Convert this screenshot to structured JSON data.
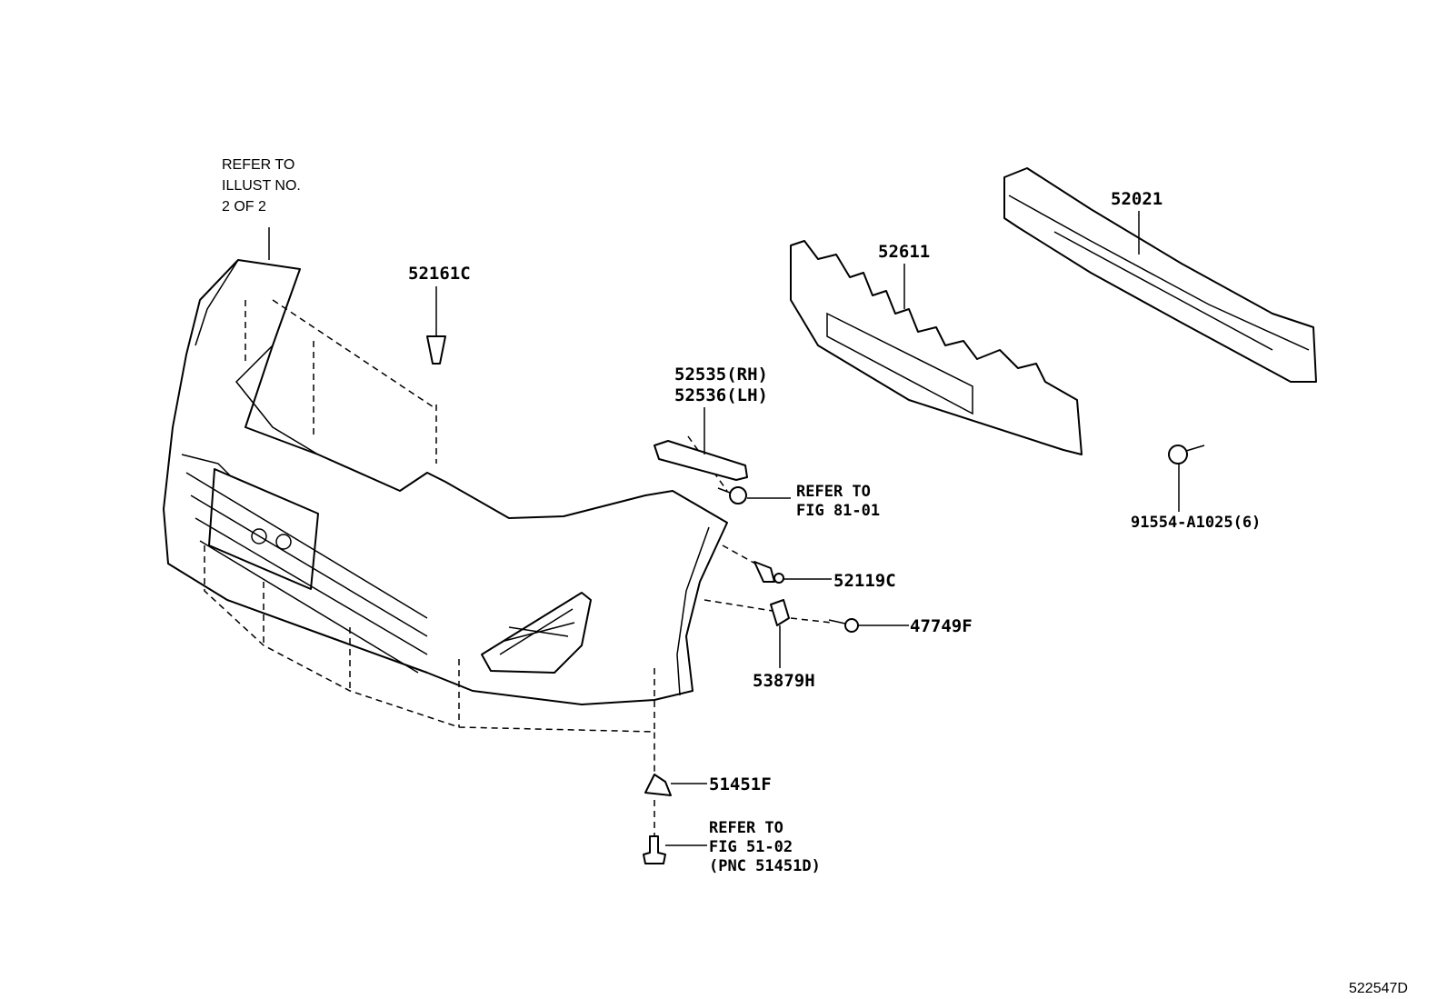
{
  "diagram": {
    "figure_code": "522547D",
    "callouts": {
      "refer_illust": [
        "REFER TO",
        "ILLUST NO.",
        "2 OF 2"
      ],
      "p52161C": "52161C",
      "p52611": "52611",
      "p52021": "52021",
      "p52535": "52535(RH)",
      "p52536": "52536(LH)",
      "refer_fig81": [
        "REFER TO",
        "FIG 81-01"
      ],
      "p91554": "91554-A1025(6)",
      "p52119C": "52119C",
      "p47749F": "47749F",
      "p53879H": "53879H",
      "p51451F": "51451F",
      "refer_fig51": [
        "REFER TO",
        "FIG 51-02",
        "(PNC 51451D)"
      ]
    }
  }
}
